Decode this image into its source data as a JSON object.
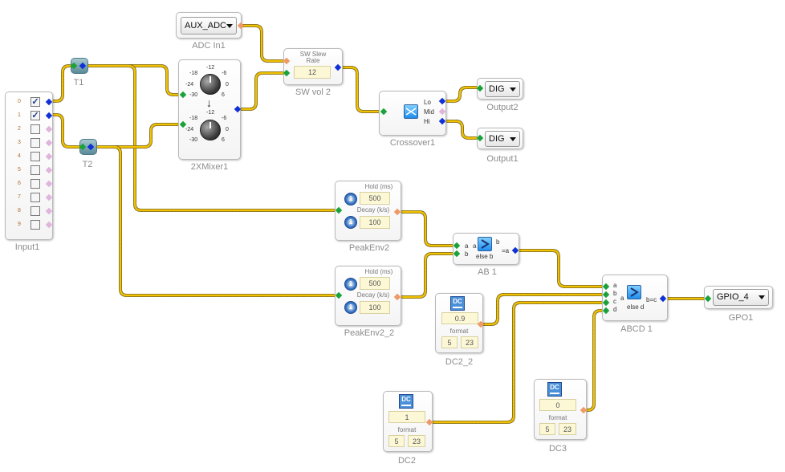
{
  "blocks": {
    "adc_in1": {
      "selector_value": "AUX_ADC",
      "label": "ADC In1"
    },
    "t1": {
      "label": "T1"
    },
    "t2": {
      "label": "T2"
    },
    "mixer": {
      "label": "2XMixer1",
      "knob_scale": [
        "-12",
        "-6",
        "0",
        "6",
        "-18",
        "-24",
        "-30"
      ]
    },
    "sw_vol2": {
      "title_line1": "SW Slew",
      "title_line2": "Rate",
      "value": "12",
      "label": "SW vol 2"
    },
    "crossover": {
      "outputs": [
        "Lo",
        "Mid",
        "Hi"
      ],
      "label": "Crossover1"
    },
    "output2": {
      "selector_value": "DIG",
      "label": "Output2"
    },
    "output1": {
      "selector_value": "DIG",
      "label": "Output1"
    },
    "input1": {
      "label": "Input1",
      "channels": [
        {
          "num": "0",
          "checked": true
        },
        {
          "num": "1",
          "checked": true
        },
        {
          "num": "2",
          "checked": false
        },
        {
          "num": "3",
          "checked": false
        },
        {
          "num": "4",
          "checked": false
        },
        {
          "num": "5",
          "checked": false
        },
        {
          "num": "6",
          "checked": false
        },
        {
          "num": "7",
          "checked": false
        },
        {
          "num": "8",
          "checked": false
        },
        {
          "num": "9",
          "checked": false
        }
      ]
    },
    "peakenv2": {
      "hold_label": "Hold (ms)",
      "hold_value": "500",
      "decay_label": "Decay (k/s)",
      "decay_value": "100",
      "label": "PeakEnv2"
    },
    "peakenv2_2": {
      "hold_label": "Hold (ms)",
      "hold_value": "500",
      "decay_label": "Decay (k/s)",
      "decay_value": "100",
      "label": "PeakEnv2_2"
    },
    "ab1": {
      "in_a": "a",
      "in_b": "b",
      "text_a": "a",
      "text_b": "b",
      "text_else": "else b",
      "text_out": "=a",
      "label": "AB 1"
    },
    "dc2_2": {
      "icon": "DC",
      "value": "0.9",
      "format_label": "format",
      "format_int": "5",
      "format_frac": "23",
      "label": "DC2_2"
    },
    "abcd1": {
      "inputs": [
        "a",
        "b",
        "c",
        "d"
      ],
      "text_a": "a",
      "text_b": "b=c",
      "text_else": "else d",
      "label": "ABCD 1"
    },
    "gpo1": {
      "selector_value": "GPIO_4",
      "label": "GPO1"
    },
    "dc2": {
      "icon": "DC",
      "value": "1",
      "format_label": "format",
      "format_int": "5",
      "format_frac": "23",
      "label": "DC2"
    },
    "dc3": {
      "icon": "DC",
      "value": "0",
      "format_label": "format",
      "format_int": "5",
      "format_frac": "23",
      "label": "DC3"
    }
  },
  "colors": {
    "wire": "#f2c200",
    "wire_border": "#7a6a2a",
    "port_in": "#1aa23a",
    "port_out": "#1030d8",
    "port_ctrl": "#ee9966",
    "port_unused": "#e0b4dc"
  }
}
